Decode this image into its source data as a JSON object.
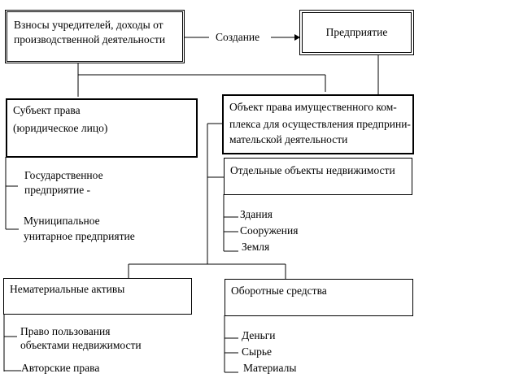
{
  "sources": {
    "line1": "Взносы учредителей, доходы от",
    "line2": "производственной деятельности"
  },
  "creation_label": "Создание",
  "enterprise": "Предприятие",
  "subject": {
    "line1": "Субъект права",
    "line2": "(юридическое лицо)"
  },
  "subject_items": [
    {
      "line1": "Государственное",
      "line2": "предприятие -"
    },
    {
      "line1": "Муниципальное",
      "line2": "унитарное предприятие"
    }
  ],
  "object": {
    "line1": "Объект права  имущественного ком-",
    "line2": "плекса для осуществления предприни-",
    "line3": "мательской деятельности"
  },
  "real_estate": {
    "title": "Отдельные объекты недвижимости",
    "items": [
      "Здания",
      "Сооружения",
      "Земля"
    ]
  },
  "intangible": {
    "title": "Нематериальные активы",
    "items": [
      {
        "line1": "Право пользования",
        "line2": "объектами недвижимости"
      },
      {
        "line1": "Авторские права"
      }
    ]
  },
  "current_assets": {
    "title": "Оборотные средства",
    "items": [
      "Деньги",
      "Сырье",
      "Материалы"
    ]
  }
}
